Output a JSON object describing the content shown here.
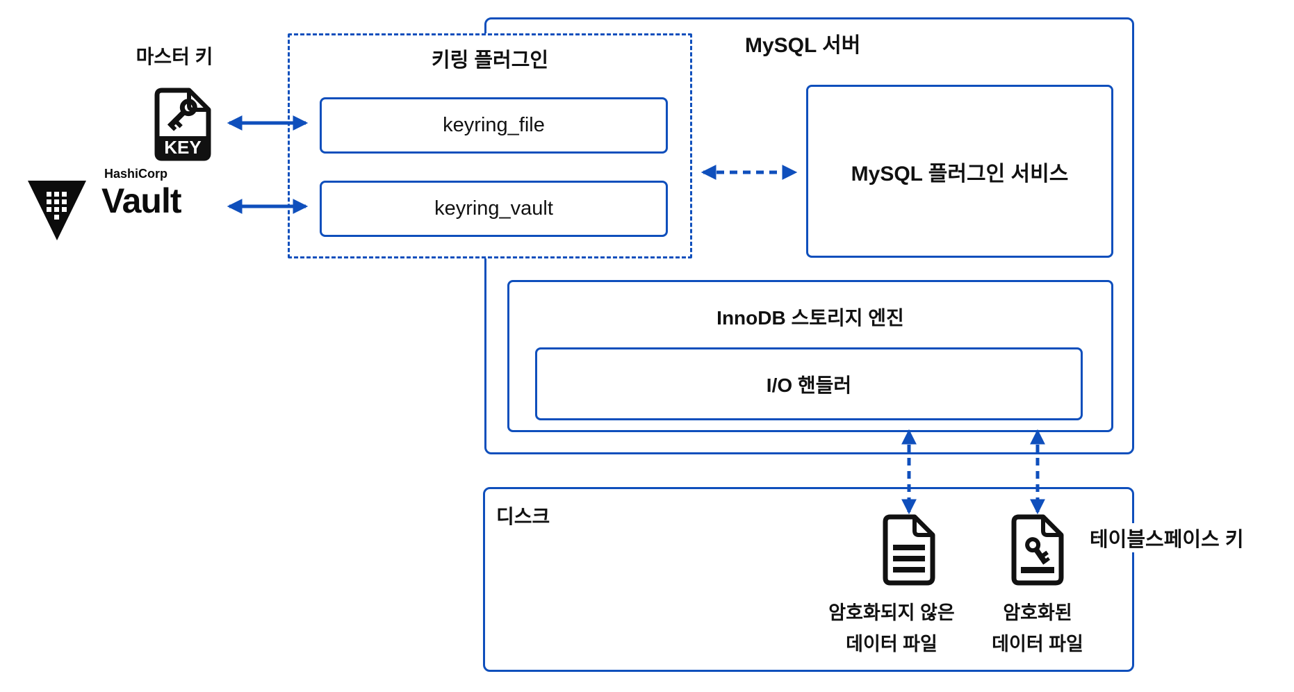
{
  "colors": {
    "accent_blue": "#0F4FBC",
    "icon_black": "#111111"
  },
  "master_key": {
    "label": "마스터 키",
    "key_icon_text": "KEY"
  },
  "vault": {
    "brand": "HashiCorp",
    "product": "Vault"
  },
  "keyring_plugin": {
    "title": "키링 플러그인",
    "items": [
      {
        "label": "keyring_file"
      },
      {
        "label": "keyring_vault"
      }
    ]
  },
  "mysql_server": {
    "title": "MySQL 서버",
    "plugin_service": {
      "label": "MySQL 플러그인 서비스"
    },
    "innodb": {
      "title": "InnoDB 스토리지 엔진",
      "io_handler": "I/O 핸들러"
    }
  },
  "disk": {
    "title": "디스크",
    "files": [
      {
        "label_line1": "암호화되지 않은",
        "label_line2": "데이터 파일"
      },
      {
        "label_line1": "암호화된",
        "label_line2": "데이터 파일"
      }
    ],
    "tablespace_key_label": "테이블스페이스 키"
  }
}
